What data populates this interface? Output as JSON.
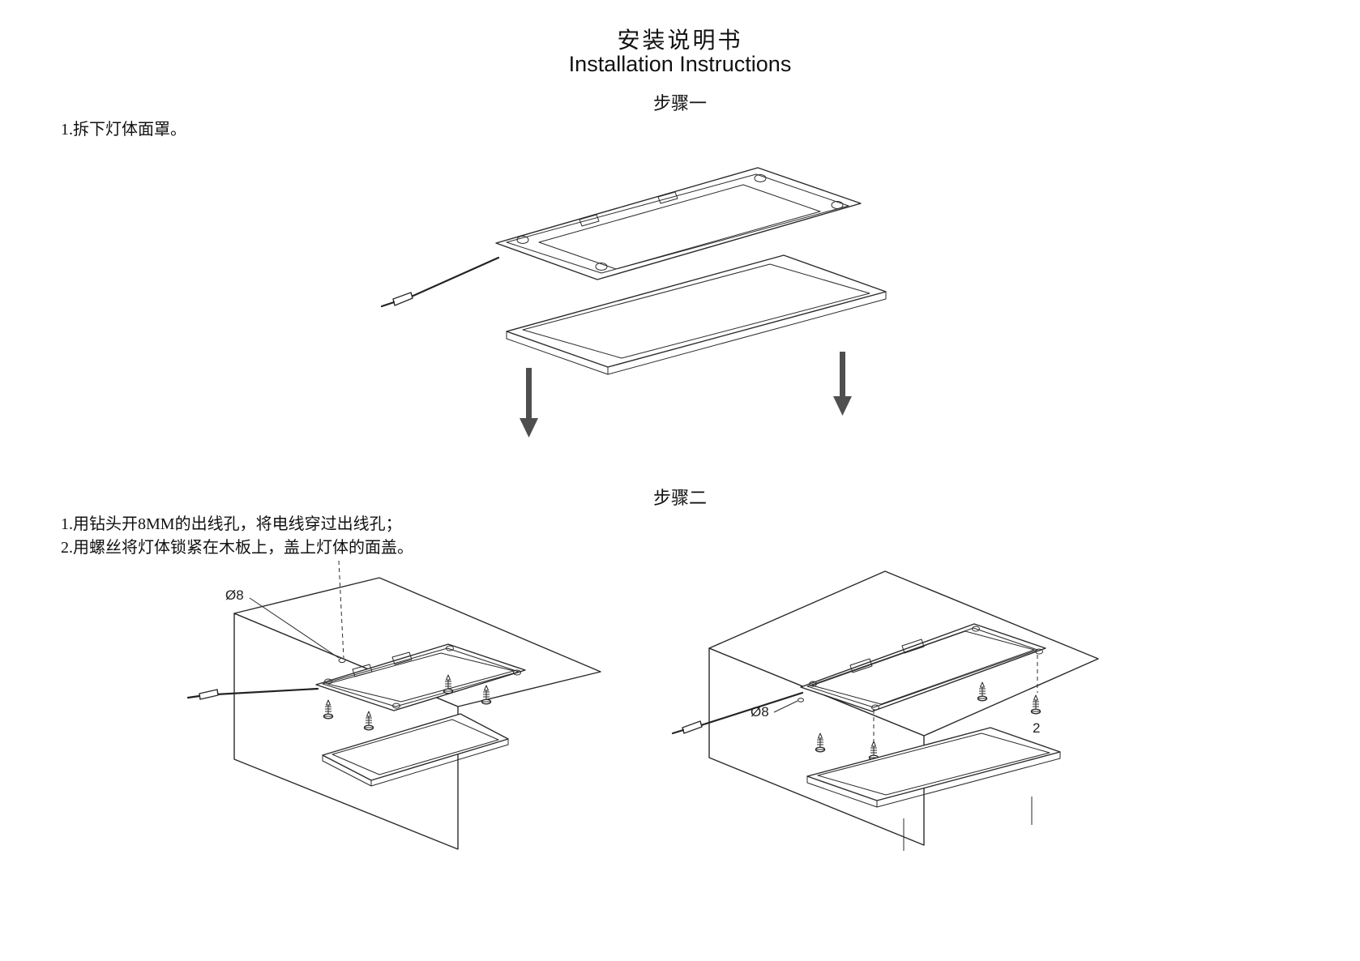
{
  "document": {
    "title_zh": "安装说明书",
    "title_en": "Installation Instructions"
  },
  "step1": {
    "heading": "步骤一",
    "line1": "1.拆下灯体面罩。"
  },
  "step2": {
    "heading": "步骤二",
    "line1": "1.用钻头开8MM的出线孔，将电线穿过出线孔；",
    "line2": "2.用螺丝将灯体锁紧在木板上，盖上灯体的面盖。"
  },
  "figures": {
    "left": {
      "hole_label": "Ø8"
    },
    "right": {
      "hole_label": "Ø8",
      "screw_count_label": "2"
    }
  }
}
